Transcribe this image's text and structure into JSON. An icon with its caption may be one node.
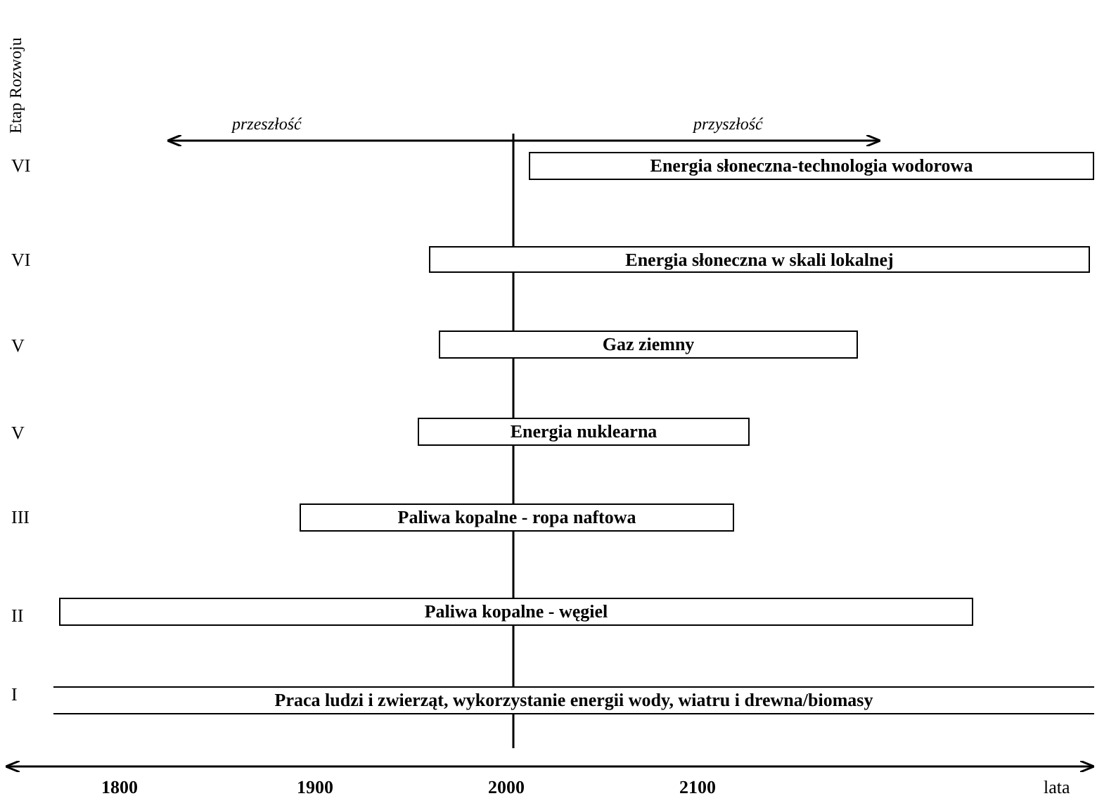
{
  "diagram": {
    "nodes": [
      {
        "text": [
          "Energia słoneczna-technologia wodorowa"
        ]
      },
      {
        "text": [
          "Energia słoneczna w skali lokalnej"
        ]
      },
      {
        "text": [
          "Gaz ziemny"
        ]
      },
      {
        "text": [
          "Energia nuklearna"
        ]
      },
      {
        "text": [
          "Paliwa kopalne - ropa naftowa"
        ]
      },
      {
        "text": [
          "Paliwa kopalne - węgiel"
        ]
      },
      {
        "text": [
          "Praca ludzi i zwierząt, wykorzystanie energii wody, wiatru i drewna/biomasy"
        ]
      }
    ],
    "edges": [],
    "labels": [
      "Etap Rozwoju",
      "przeszłość",
      "przyszłość",
      "VI",
      "VI",
      "V",
      "V",
      "III",
      "II",
      "I",
      "1800",
      "1900",
      "2000",
      "2100",
      "lata"
    ]
  }
}
